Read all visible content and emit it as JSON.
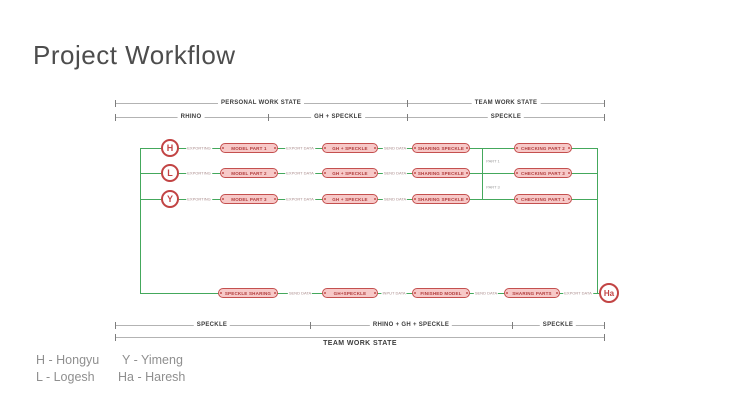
{
  "title": "Project Workflow",
  "colors": {
    "box_border_red": "#c4504f",
    "box_fill_pink": "#f7c9c8",
    "connector_green": "#44a85c",
    "dim_line_gray": "#b3b3b3",
    "title_gray": "#4d4d4d"
  },
  "dims": {
    "personal_work_state": "PERSONAL WORK STATE",
    "team_work_state_top": "TEAM WORK STATE",
    "rhino": "RHINO",
    "gh_speckle": "GH + SPECKLE",
    "speckle_top": "SPECKLE",
    "speckle_bottom_left": "SPECKLE",
    "rhino_gh_speckle": "RHINO + GH + SPECKLE",
    "speckle_bottom_right": "SPECKLE",
    "team_work_state_bottom": "TEAM WORK STATE"
  },
  "nodes": {
    "h": "H",
    "l": "L",
    "y": "Y",
    "ha": "Ha"
  },
  "rows": [
    {
      "pre": "EXPORTING",
      "mid1": "EXPORT DATA",
      "mid2": "SEND DATA",
      "boxes": [
        "MODEL PART 1",
        "GH + SPECKLE",
        "SHARING SPECKLE",
        "CHECKING PART 2"
      ]
    },
    {
      "pre": "EXPORTING",
      "mid1": "EXPORT DATA",
      "mid2": "SEND DATA",
      "boxes": [
        "MODEL PART 2",
        "GH + SPECKLE",
        "SHARING SPECKLE",
        "CHECKING PART 3"
      ]
    },
    {
      "pre": "EXPORTING",
      "mid1": "EXPORT DATA",
      "mid2": "SEND DATA",
      "boxes": [
        "MODEL PART 3",
        "GH + SPECKLE",
        "SHARING SPECKLE",
        "CHECKING PART 1"
      ]
    }
  ],
  "part_labels": [
    "PART 1",
    "PART 3"
  ],
  "bottom": {
    "boxes": [
      "SPECKLE SHARING",
      "GH+SPECKLE",
      "FINISHED MODEL",
      "SHARING PARTS"
    ],
    "labels": [
      "SEND DATA",
      "INPUT DATA",
      "SEND DATA",
      "EXPORT DATA"
    ]
  },
  "legend": [
    "H - Hongyu",
    "Y - Yimeng",
    "L - Logesh",
    "Ha - Haresh"
  ]
}
